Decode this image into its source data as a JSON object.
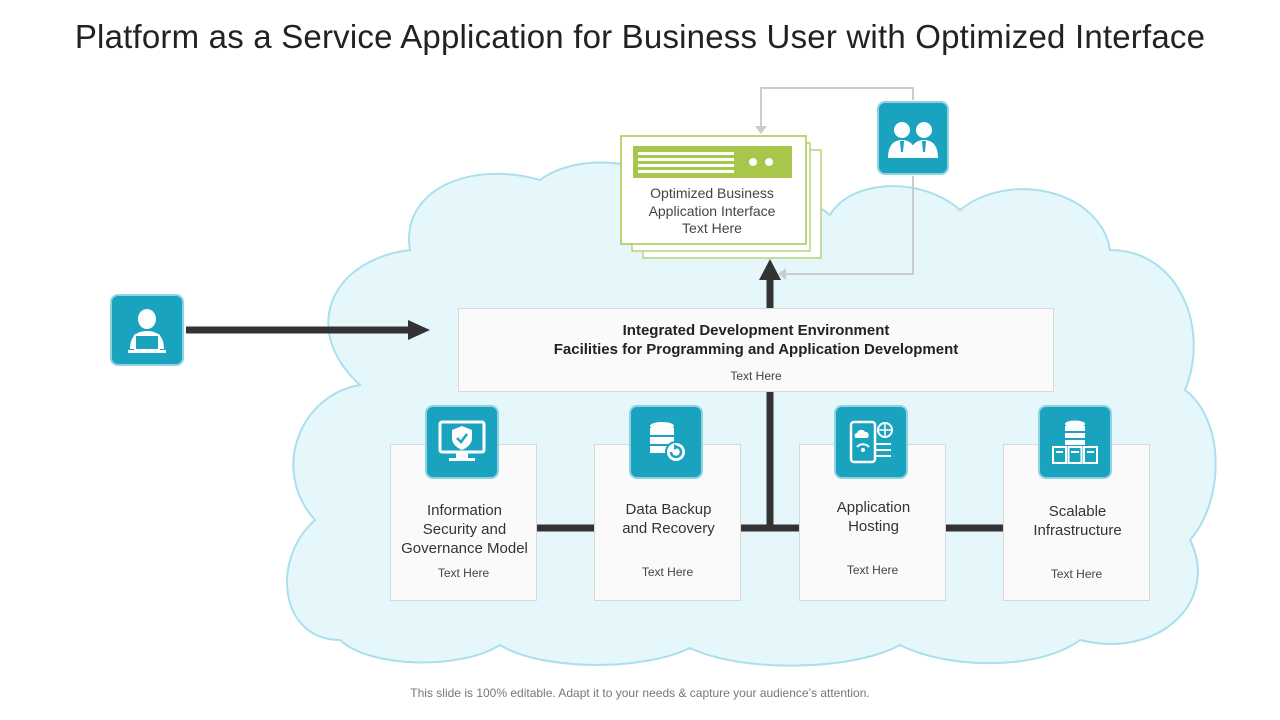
{
  "title": "Platform as a Service Application for Business User with Optimized Interface",
  "footer": "This slide is 100% editable. Adapt it to your needs & capture your audience’s attention.",
  "colors": {
    "accent": "#1aa3bf",
    "cloud_fill": "#e6f7fc",
    "cloud_stroke": "#a9dfee",
    "card_green": "#a7c74a",
    "connector": "#333333"
  },
  "interface_card": {
    "lines": [
      "Optimized Business",
      "Application Interface",
      "Text Here"
    ]
  },
  "ide": {
    "line1": "Integrated Development Environment",
    "line2": "Facilities for Programming and Application Development",
    "sub": "Text Here"
  },
  "services": [
    {
      "title_lines": [
        "Information",
        "Security and",
        "Governance Model"
      ],
      "sub": "Text Here",
      "icon": "shield-monitor-icon"
    },
    {
      "title_lines": [
        "Data Backup",
        "and Recovery"
      ],
      "sub": "Text Here",
      "icon": "database-backup-icon"
    },
    {
      "title_lines": [
        "Application",
        "Hosting"
      ],
      "sub": "Text Here",
      "icon": "cloud-hosting-icon"
    },
    {
      "title_lines": [
        "Scalable",
        "Infrastructure"
      ],
      "sub": "Text Here",
      "icon": "server-stack-icon"
    }
  ],
  "actors": {
    "business_users_icon": "business-users-icon",
    "developer_icon": "developer-laptop-icon"
  }
}
